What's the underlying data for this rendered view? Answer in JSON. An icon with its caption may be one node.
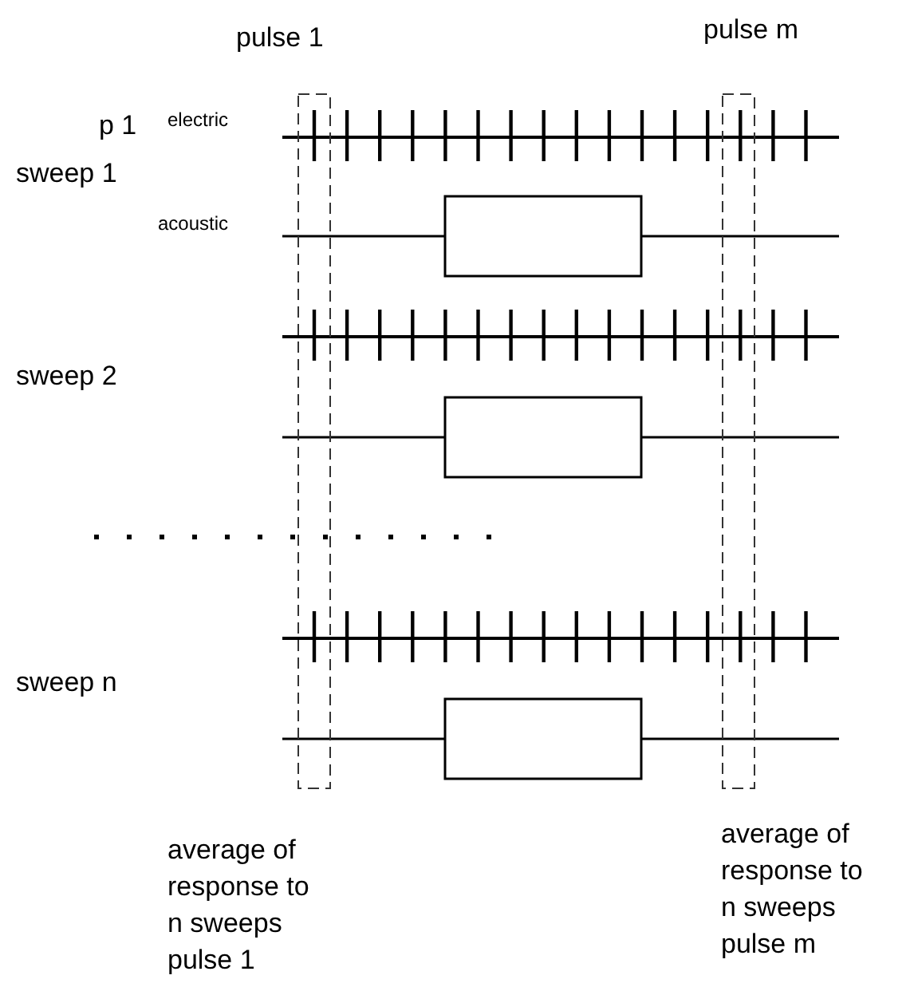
{
  "diagram": {
    "labels": [
      "pulse 1",
      "pulse m",
      "p 1",
      "electric",
      "sweep 1",
      "acoustic",
      "sweep 2",
      "sweep n",
      "average of response to n sweeps pulse 1",
      "average of response to n sweeps pulse m"
    ]
  }
}
